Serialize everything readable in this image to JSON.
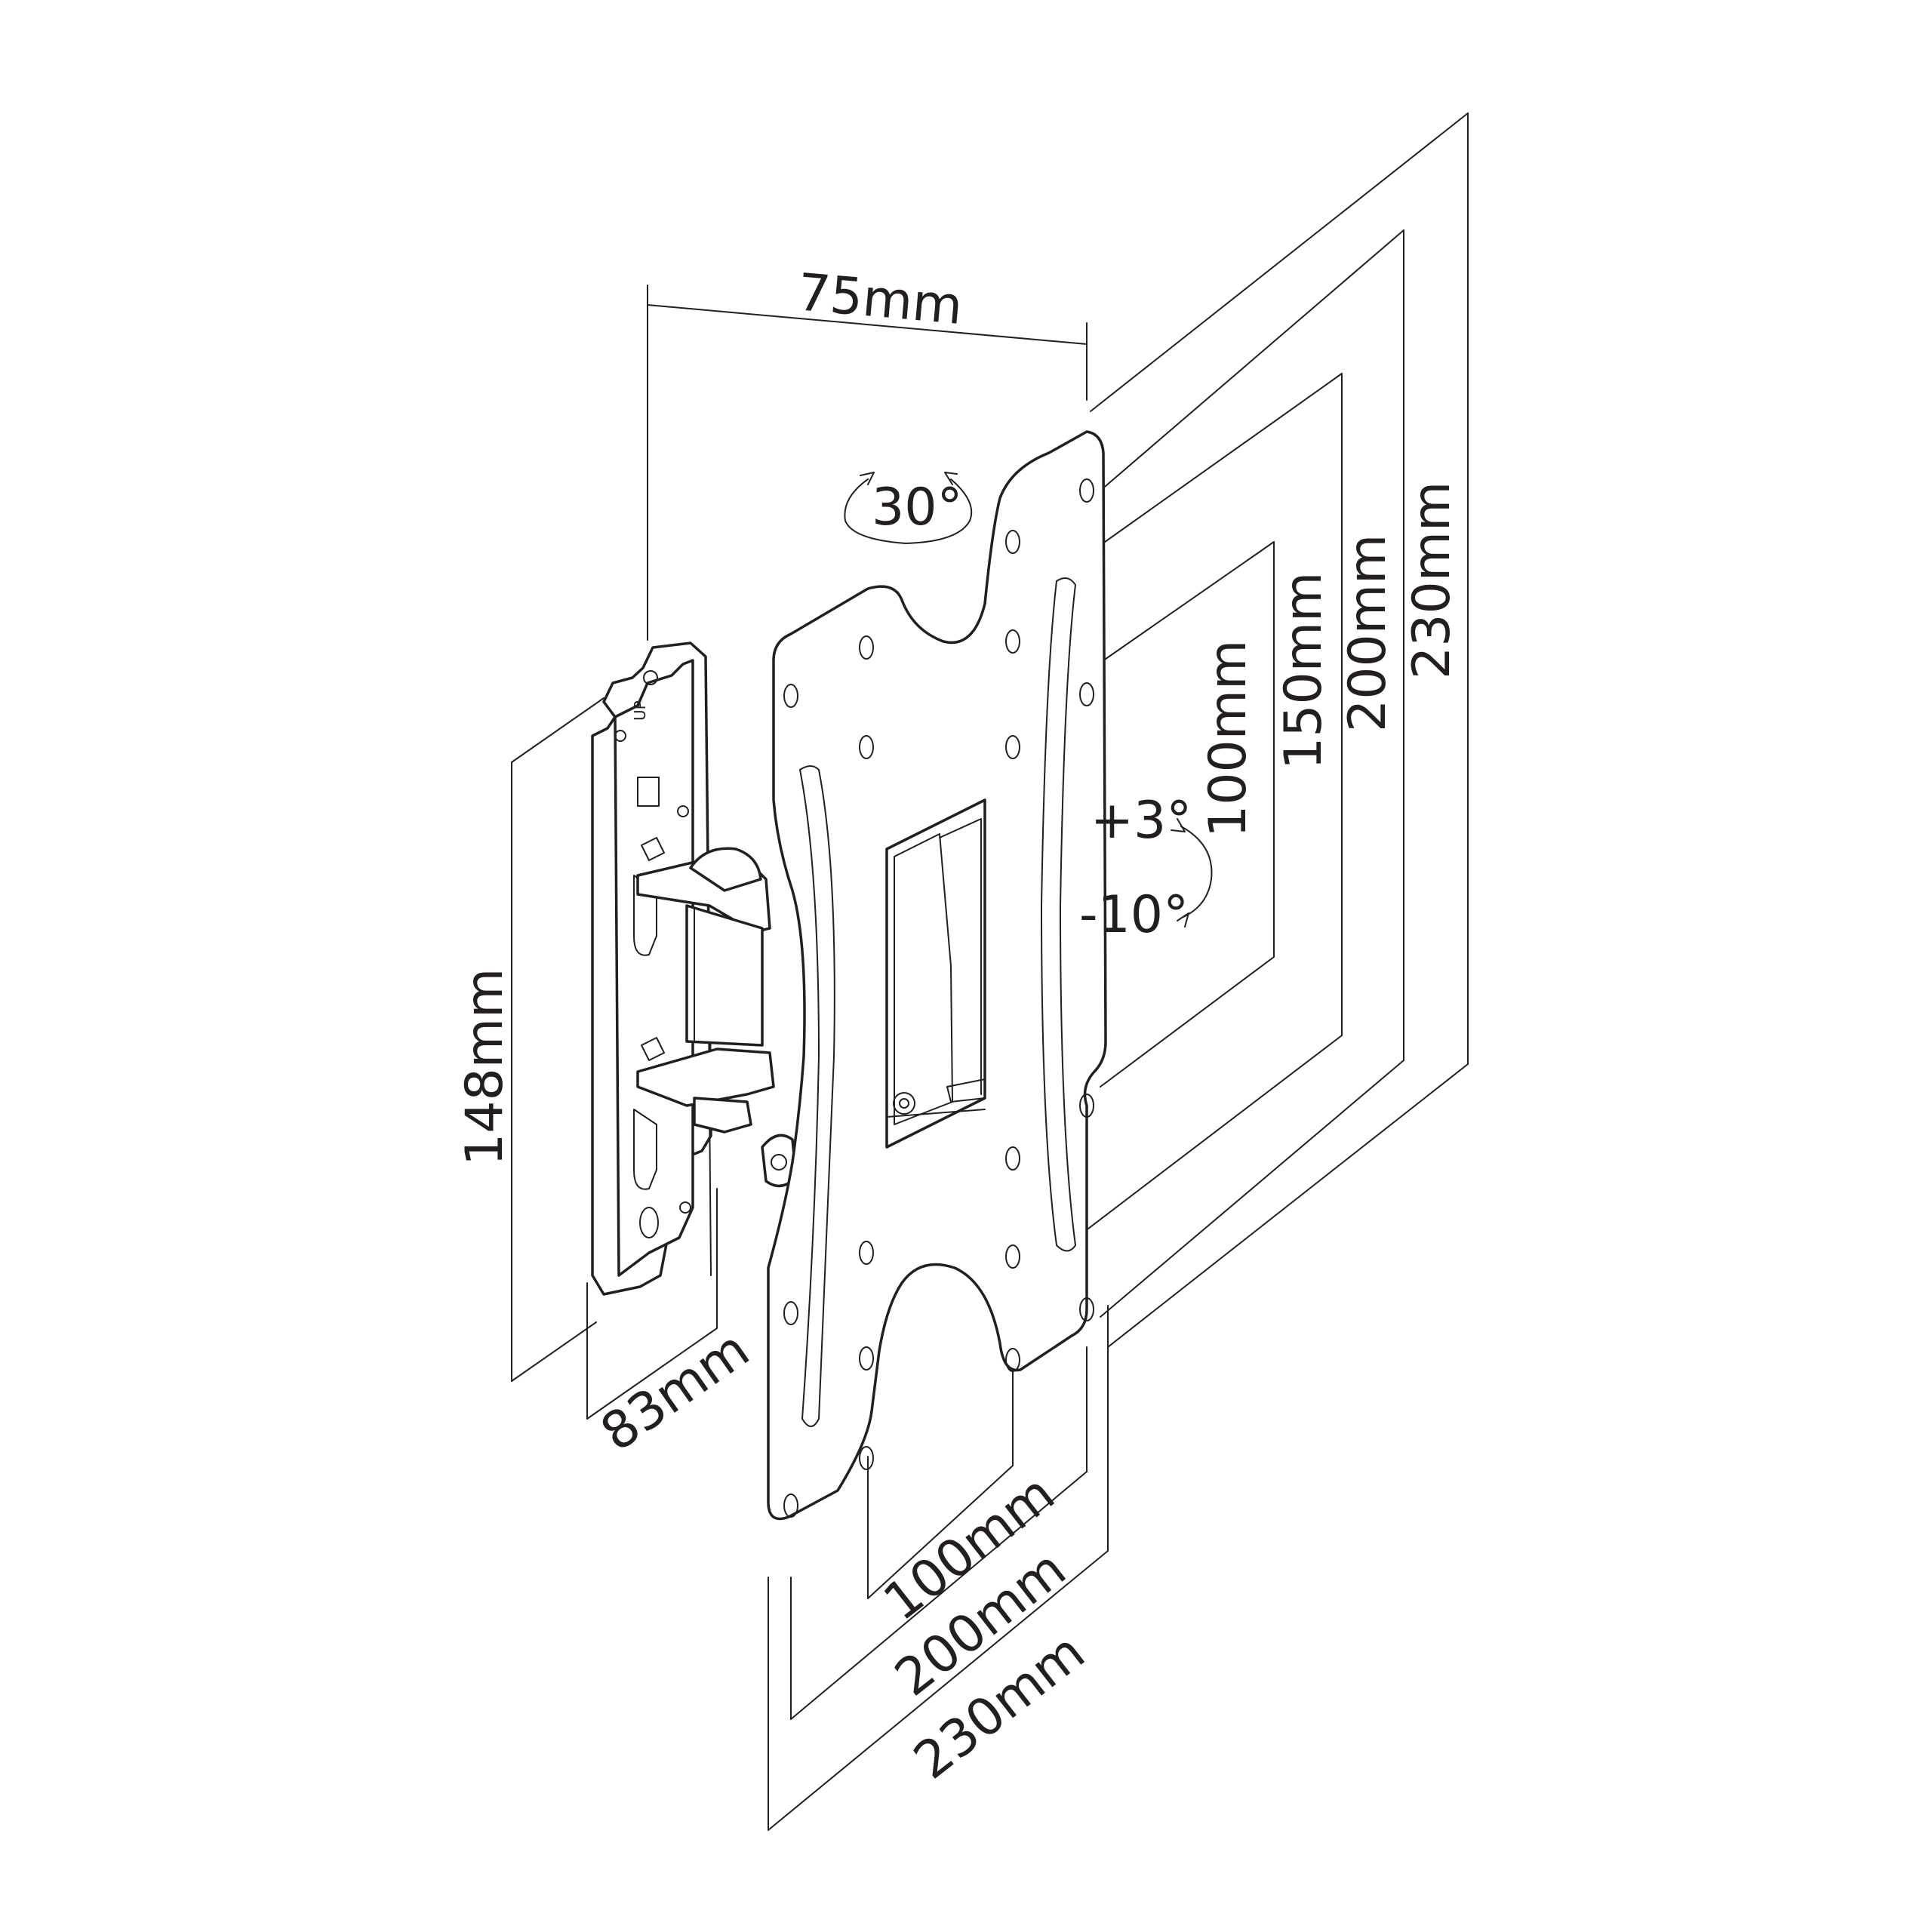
{
  "colors": {
    "line": "#231f20",
    "background": "#ffffff"
  },
  "dimensions": {
    "depth_top": "75mm",
    "rotation": "30°",
    "wall_plate_height": "148mm",
    "wall_plate_width": "83mm",
    "vesa_h_100": "100mm",
    "vesa_h_200": "200mm",
    "vesa_h_230": "230mm",
    "vesa_v_100": "100mm",
    "vesa_v_150": "150mm",
    "vesa_v_200": "200mm",
    "vesa_v_230": "230mm",
    "tilt_up": "+3°",
    "tilt_down": "-10°"
  },
  "wall_plate_marking": "UP"
}
